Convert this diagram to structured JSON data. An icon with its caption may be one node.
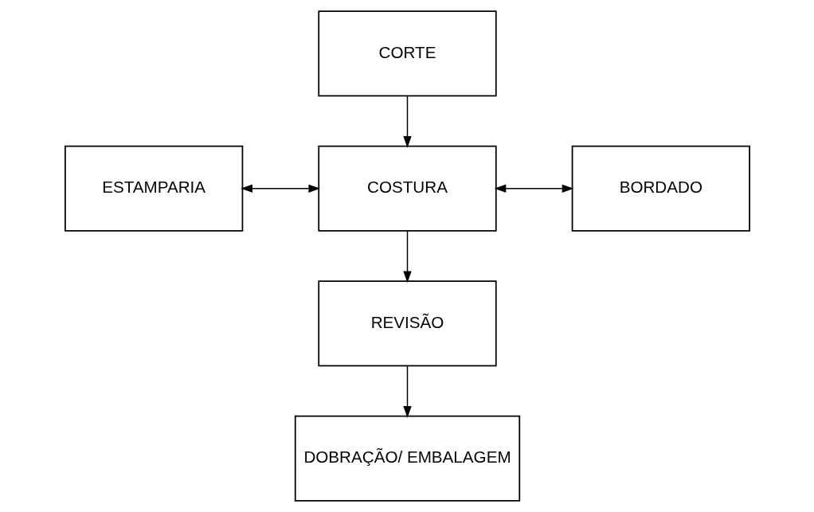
{
  "diagram": {
    "nodes": [
      {
        "text": [
          "CORTE"
        ]
      },
      {
        "text": [
          "ESTAMPARIA"
        ]
      },
      {
        "text": [
          "COSTURA"
        ]
      },
      {
        "text": [
          "BORDADO"
        ]
      },
      {
        "text": [
          "REVISÃO"
        ]
      },
      {
        "text": [
          "DOBRAÇÃO/ EMBALAGEM"
        ]
      }
    ],
    "edges": [
      {
        "from": 0,
        "to": 2,
        "arrow": "to"
      },
      {
        "from": 1,
        "to": 2,
        "arrow": "both"
      },
      {
        "from": 2,
        "to": 3,
        "arrow": "both"
      },
      {
        "from": 2,
        "to": 4,
        "arrow": "to"
      },
      {
        "from": 4,
        "to": 5,
        "arrow": "to"
      }
    ]
  }
}
